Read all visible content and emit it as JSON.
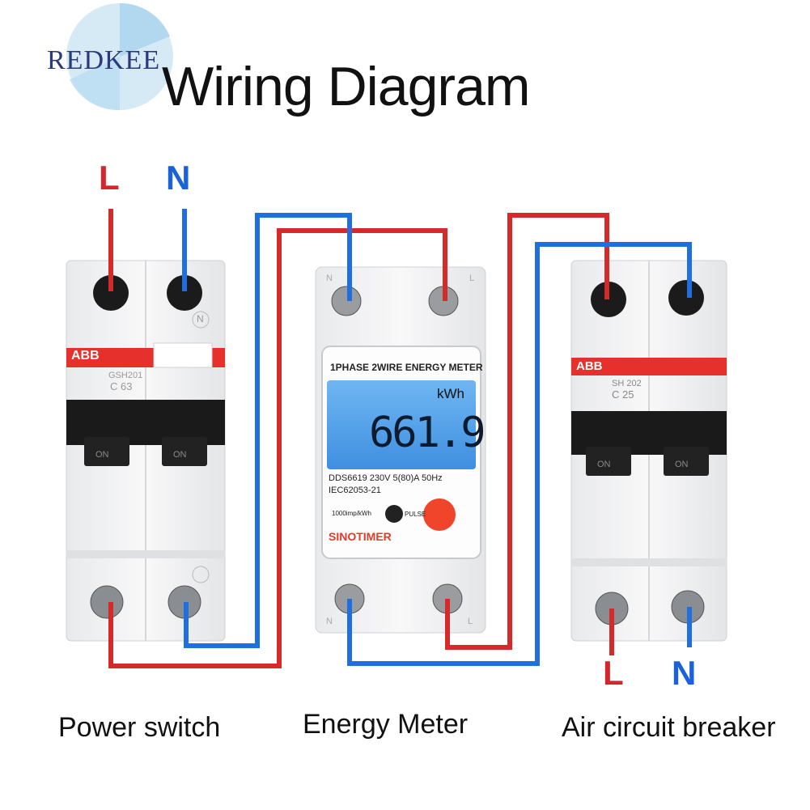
{
  "title": "Wiring Diagram",
  "watermark": "REDKEE",
  "captions": {
    "power_switch": "Power switch",
    "energy_meter": "Energy Meter",
    "air_breaker": "Air circuit breaker"
  },
  "terminals": {
    "top_live": "L",
    "top_neutral": "N",
    "bottom_live": "L",
    "bottom_neutral": "N"
  },
  "left_breaker": {
    "brand": "ABB",
    "model": "GSH201",
    "rating": "C 63",
    "n_mark": "N",
    "on_label": "ON"
  },
  "right_breaker": {
    "brand": "ABB",
    "model": "SH 202",
    "rating": "C 25",
    "on_label": "ON"
  },
  "meter": {
    "header": "1PHASE 2WIRE ENERGY METER",
    "unit": "kWh",
    "reading": "661.9",
    "spec_line1": "DDS6619  230V  5(80)A   50Hz",
    "spec_line2": "IEC62053-21",
    "impulse": "1000imp/kWh",
    "pulse": "PULSE",
    "maker": "SINOTIMER",
    "top_n": "N",
    "top_l": "L",
    "bottom_n": "N",
    "bottom_l": "L"
  },
  "colors": {
    "live_wire": "#d42a2a",
    "neutral_wire": "#1f6fe0",
    "label_live": "#d6262b",
    "label_neutral": "#1a62d9",
    "abb_red": "#e6302b",
    "lcd_blue": "#4f9fe8"
  }
}
